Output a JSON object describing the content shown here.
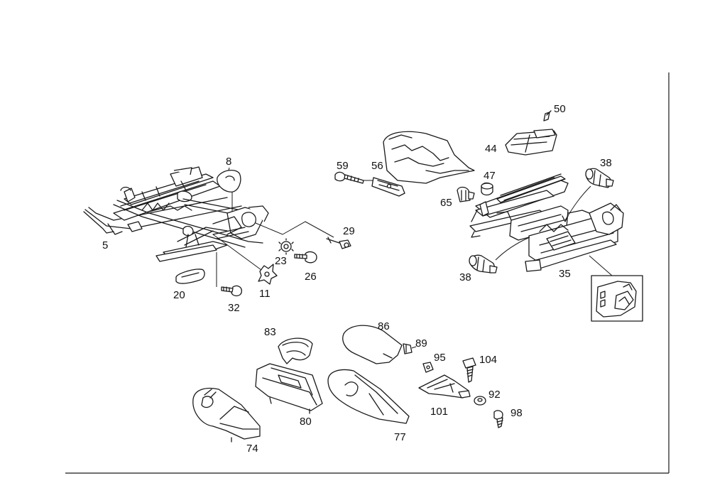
{
  "diagram": {
    "callouts": {
      "c5": "5",
      "c8": "8",
      "c11": "11",
      "c20": "20",
      "c23": "23",
      "c26": "26",
      "c29": "29",
      "c32": "32",
      "c35": "35",
      "c38a": "38",
      "c38b": "38",
      "c44": "44",
      "c47": "47",
      "c50": "50",
      "c56": "56",
      "c59": "59",
      "c65": "65",
      "c74": "74",
      "c77": "77",
      "c80": "80",
      "c83": "83",
      "c86": "86",
      "c89": "89",
      "c92": "92",
      "c95": "95",
      "c98": "98",
      "c101": "101",
      "c104": "104"
    },
    "colors": {
      "ink": "#1a1a1a",
      "paper": "#ffffff"
    }
  }
}
